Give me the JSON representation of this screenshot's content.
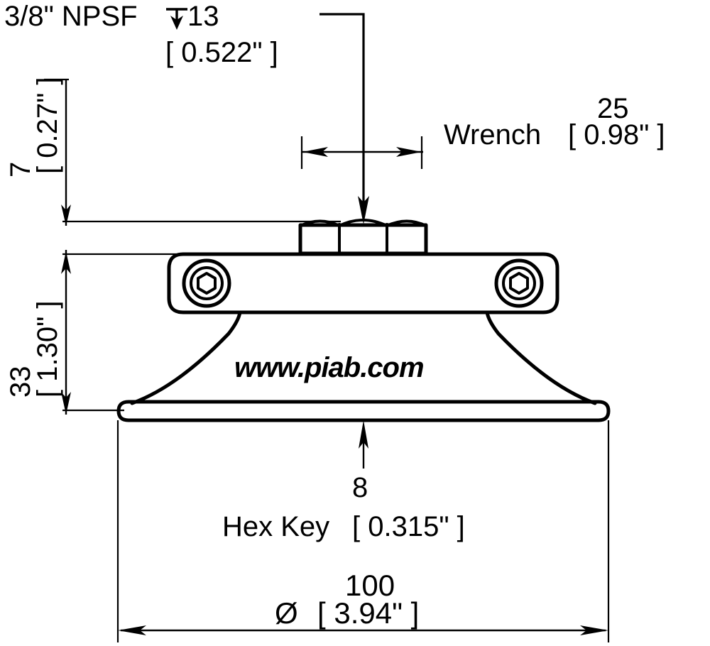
{
  "drawing": {
    "title": "Piab suction cup technical drawing",
    "line_color": "#000000",
    "background_color": "#ffffff",
    "product_logo": "www.piab.com"
  },
  "annotations": {
    "thread_spec": {
      "label": "3/8\" NPSF",
      "depth_symbol": "depth-arrow",
      "depth_value": "13",
      "depth_inch": "[ 0.522\" ]"
    },
    "wrench": {
      "value_metric": "25",
      "label": "Wrench",
      "value_inch": "[ 0.98\" ]"
    },
    "height_top": {
      "value_metric": "7",
      "value_inch": "[ 0.27\" ]"
    },
    "height_body": {
      "value_metric": "33",
      "value_inch": "[ 1.30\" ]"
    },
    "hex_key": {
      "value_metric": "8",
      "label": "Hex Key",
      "value_inch": "[ 0.315\" ]"
    },
    "diameter": {
      "symbol": "Ø",
      "value_metric": "100",
      "value_inch": "[ 3.94\" ]"
    }
  }
}
